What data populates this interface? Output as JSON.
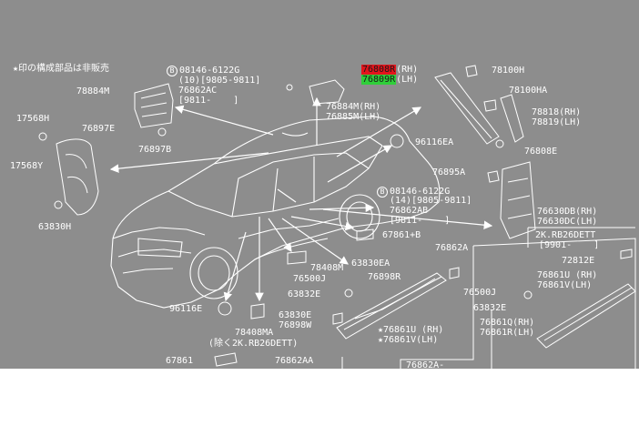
{
  "note": "★印の構成部品は非販売",
  "labels": {
    "l78884M": "78884M",
    "l17568H": "17568H",
    "l76897E": "76897E",
    "l76897B": "76897B",
    "l17568Y": "17568Y",
    "l63830H": "63830H",
    "b08146a": "08146-6122G",
    "b08146a_l2": "(10)[9805-9811]",
    "b08146a_l3": "76862AC",
    "b08146a_l4": "[9811-    ]",
    "l76884MRH": "76884M(RH)",
    "l76885MLH": "76885M(LH)",
    "l76808R": "76808R",
    "l76808R_side": "(RH)",
    "l76809R": "76809R",
    "l76809R_side": "(LH)",
    "l78100H": "78100H",
    "l78100HA": "78100HA",
    "l78818RH": "78818(RH)",
    "l78819LH": "78819(LH)",
    "l96116EA": "96116EA",
    "l76808E": "76808E",
    "l76895A": "76895A",
    "b08146b": "08146-6122G",
    "b08146b_l2": "(14)[9805-9811]",
    "b08146b_l3": "76862AB",
    "b08146b_l4": "[9811-    ]",
    "l76630DB": "76630DB(RH)",
    "l76630DC": "76630DC(LH)",
    "l67861B": "67861+B",
    "l76862A": "76862A",
    "box_l1": "2K.RB26DETT",
    "box_l2": "[9901-    ]",
    "l63830EA": "63830EA",
    "l78408M": "78408M",
    "l72812E": "72812E",
    "l76898R": "76898R",
    "l76500J_a": "76500J",
    "l63832E_a": "63832E",
    "l76861URH": "76861U (RH)",
    "l76861VLH": "76861V(LH)",
    "l76500J_b": "76500J",
    "l63832E_b": "63832E",
    "l96116E": "96116E",
    "l63830E": "63830E",
    "l76898W": "76898W",
    "l76861U_star": "★76861U (RH)",
    "l76861V_star": "★76861V(LH)",
    "l76861Q": "76861Q(RH)",
    "l76861R": "76861R(LH)",
    "l78408MA": "78408MA",
    "l78408MA_note": "(除く2K.RB26DETT)",
    "l67861": "67861",
    "l76862AA": "76862AA",
    "l76862A_b": "76862A-"
  },
  "colors": {
    "background": "#8d8d8d",
    "ink": "#ffffff",
    "highlight_red": "#e3141c",
    "highlight_green": "#2fcf3a"
  }
}
